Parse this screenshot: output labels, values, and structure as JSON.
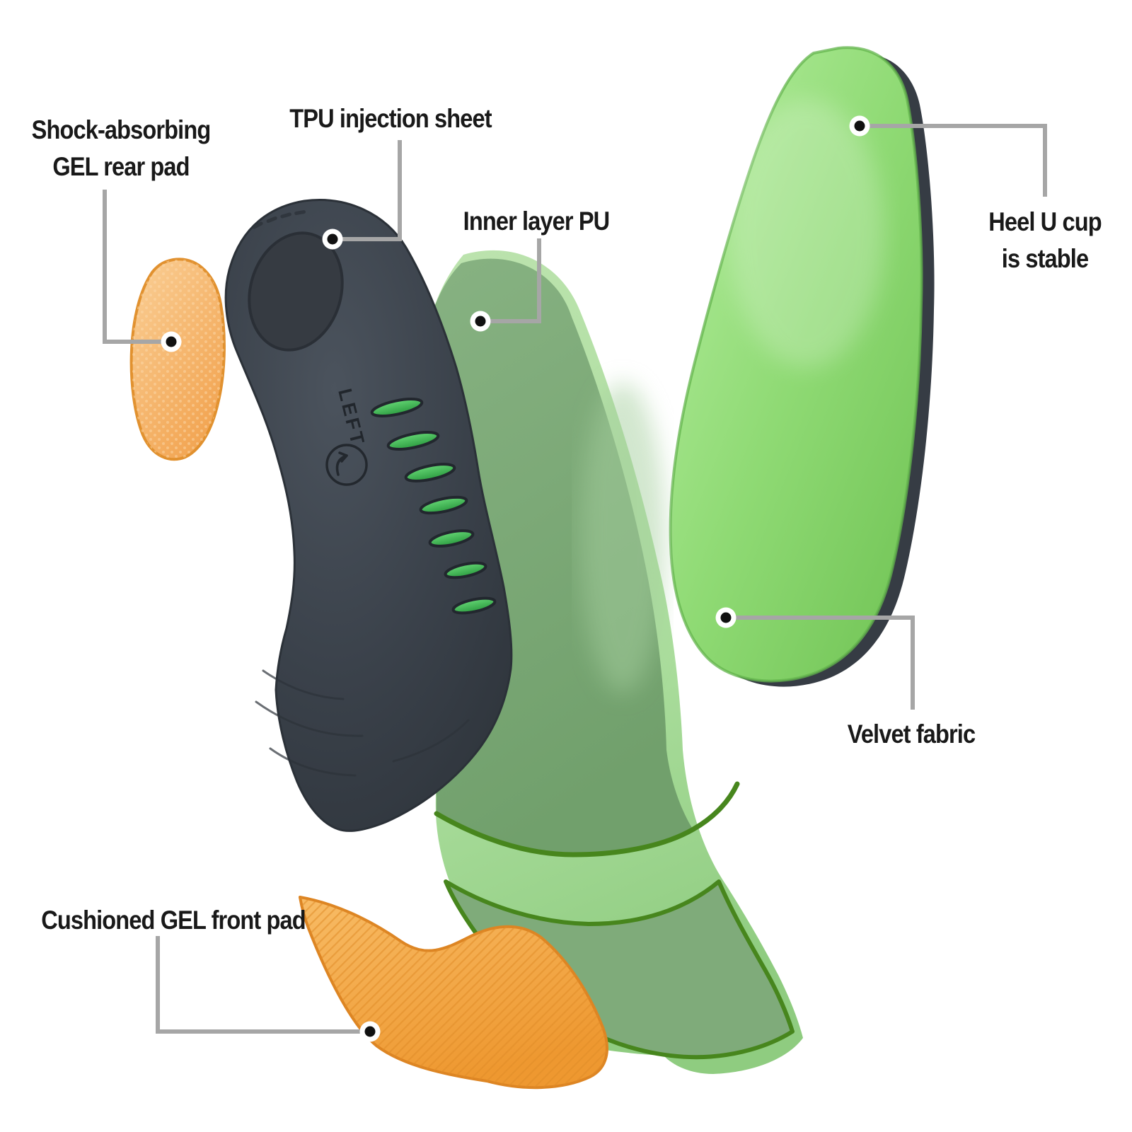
{
  "figure": {
    "type": "exploded-product-diagram",
    "subject": "orthotic shoe insole layers",
    "background": "#ffffff"
  },
  "labels": {
    "rear_pad": {
      "line1": "Shock-absorbing",
      "line2": "GEL rear pad"
    },
    "tpu": {
      "text": "TPU injection sheet"
    },
    "inner_pu": {
      "text": "Inner layer PU"
    },
    "heel": {
      "line1": "Heel U cup",
      "line2": "is stable"
    },
    "velvet": {
      "text": "Velvet fabric"
    },
    "front_pad": {
      "text": "Cushioned GEL front pad"
    }
  },
  "product_marks": {
    "tpu_side_text": "LEFT"
  },
  "colors": {
    "label_text": "#191919",
    "leader_line": "#a6a6a6",
    "callout_dot": "#111111",
    "tpu_dark": "#3a414a",
    "tpu_slot_green": "#44bd58",
    "pu_sage_green": "#7aa876",
    "pu_pale_green": "#b6e0a9",
    "pu_outline_dark_green": "#47861d",
    "velvet_bright_green": "#8ed977",
    "velvet_shell_dark": "#363c44",
    "gel_pad_orange": "#f3a64e",
    "gel_pad_border": "#dd8523"
  }
}
